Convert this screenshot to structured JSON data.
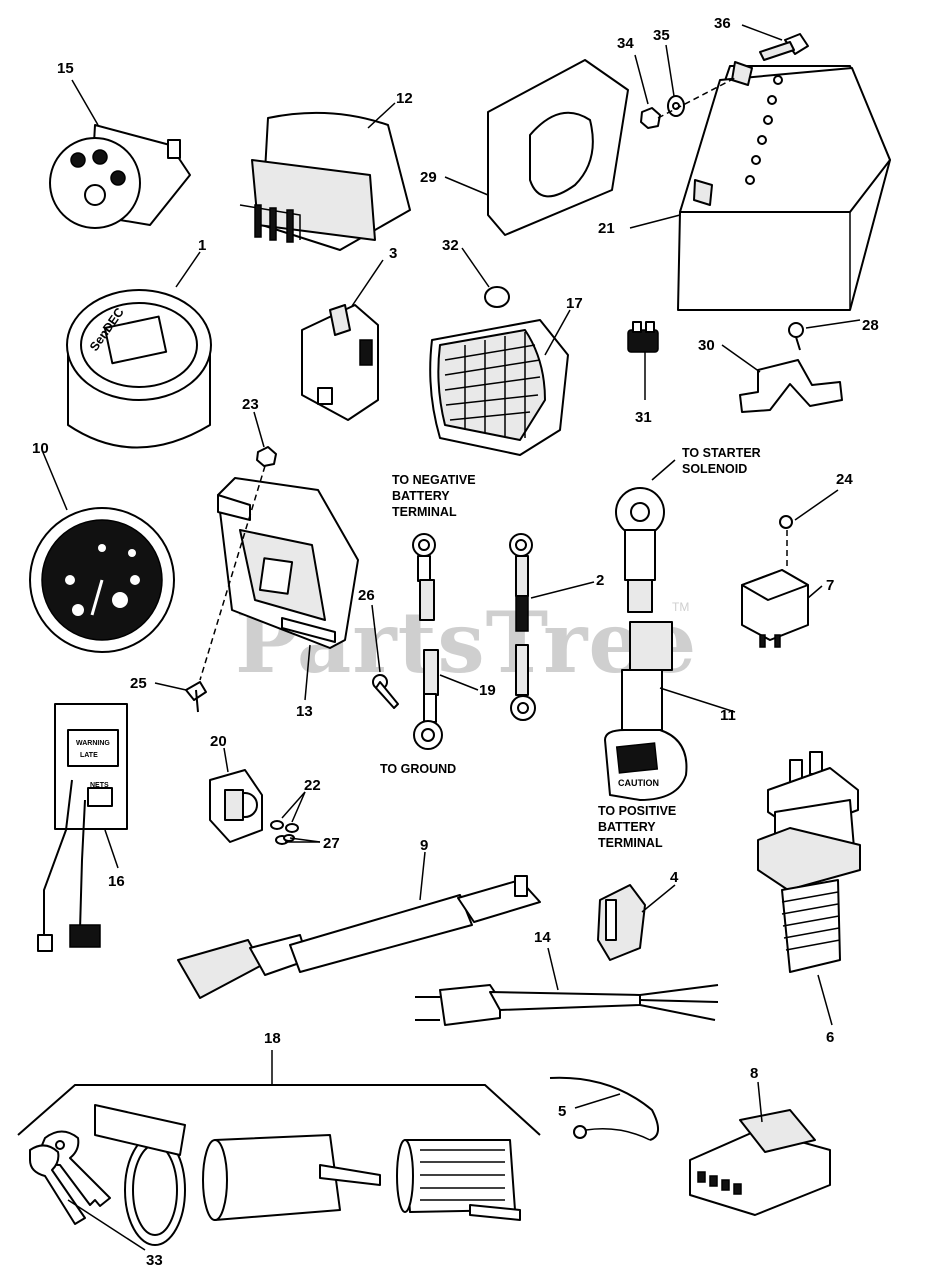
{
  "watermark": {
    "text": "PartsTree",
    "tm": "TM"
  },
  "callouts": {
    "c1": "1",
    "c2": "2",
    "c3": "3",
    "c4": "4",
    "c5": "5",
    "c6": "6",
    "c7": "7",
    "c8": "8",
    "c9": "9",
    "c10": "10",
    "c11": "11",
    "c12": "12",
    "c13": "13",
    "c14": "14",
    "c15": "15",
    "c16": "16",
    "c17": "17",
    "c18": "18",
    "c19": "19",
    "c20": "20",
    "c21": "21",
    "c22": "22",
    "c23": "23",
    "c24": "24",
    "c25": "25",
    "c26": "26",
    "c27": "27",
    "c28": "28",
    "c29": "29",
    "c30": "30",
    "c31": "31",
    "c32": "32",
    "c33": "33",
    "c34": "34",
    "c35": "35",
    "c36": "36"
  },
  "captions": {
    "neg_1": "TO NEGATIVE",
    "neg_2": "BATTERY",
    "neg_3": "TERMINAL",
    "ground": "TO GROUND",
    "starter_1": "TO STARTER",
    "starter_2": "SOLENOID",
    "pos_1": "TO POSITIVE",
    "pos_2": "BATTERY",
    "pos_3": "TERMINAL"
  },
  "part_markings": {
    "hourmeter_brand": "SenDEC",
    "panel_label_1": "WARNING",
    "panel_label_2": "LATE",
    "panel_plug": "NETS",
    "terminal_tag": "CAUTION"
  },
  "icons": [
    "hour-meter",
    "tachometer",
    "battery",
    "headlight",
    "relay",
    "oil-pressure-switch",
    "ignition-key"
  ]
}
